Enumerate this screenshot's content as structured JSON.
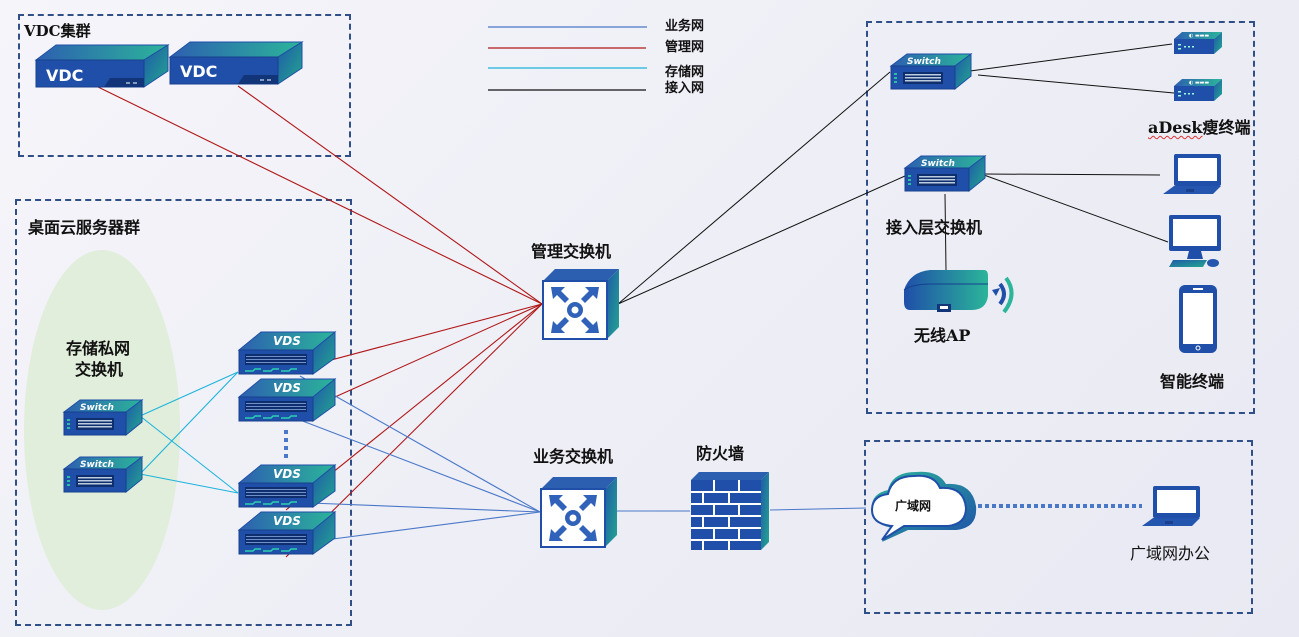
{
  "legend": [
    {
      "label": "业务网",
      "color": "#4a78c8"
    },
    {
      "label": "管理网",
      "color": "#b01818"
    },
    {
      "label": "存储网",
      "color": "#1eb4dc"
    },
    {
      "label": "接入网",
      "color": "#111111"
    }
  ],
  "groups": {
    "vdc_cluster": {
      "title": "VDC集群",
      "devices": [
        {
          "label": "VDC"
        },
        {
          "label": "VDC"
        }
      ]
    },
    "desktop_cloud": {
      "title": "桌面云服务器群",
      "storage_switch_label_line1": "存储私网",
      "storage_switch_label_line2": "交换机",
      "switch_label": "Switch",
      "vds_label": "VDS"
    },
    "access": {
      "access_switch_label": "接入层交换机",
      "thin_client_label_prefix": "aDesk",
      "thin_client_label_suffix": "瘦终端",
      "wireless_ap_label": "无线AP",
      "smart_terminal_label": "智能终端",
      "switch_label": "Switch"
    },
    "wan": {
      "cloud_label": "广域网",
      "office_label": "广域网办公"
    }
  },
  "core": {
    "mgmt_switch_label": "管理交换机",
    "business_switch_label": "业务交换机",
    "firewall_label": "防火墙"
  },
  "colors": {
    "accent_blue": "#1f4fa8",
    "teal": "#22a99a",
    "border": "#2f4f86",
    "storage_ellipse": "#e1eedb"
  }
}
